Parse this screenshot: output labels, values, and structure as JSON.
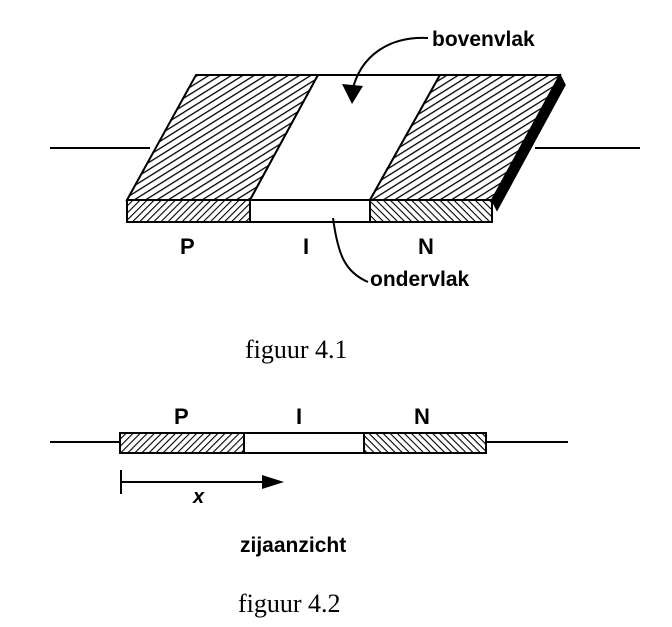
{
  "figure1": {
    "arrow_label_top": "bovenvlak",
    "arrow_label_bottom": "ondervlak",
    "regions": [
      "P",
      "I",
      "N"
    ],
    "caption": "figuur 4.1"
  },
  "figure2": {
    "regions": [
      "P",
      "I",
      "N"
    ],
    "axis_label": "x",
    "view_label": "zijaanzicht",
    "caption": "figuur 4.2"
  }
}
